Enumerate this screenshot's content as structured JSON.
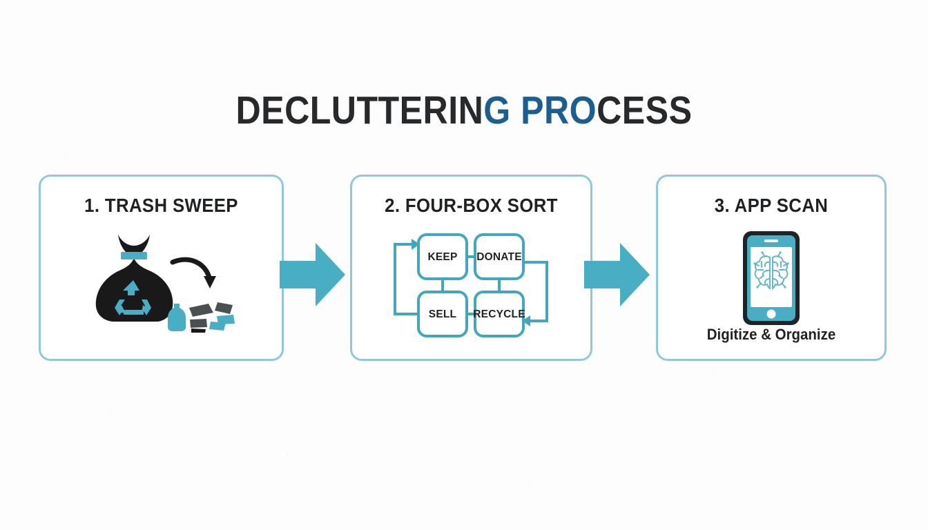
{
  "page": {
    "background_color": "#fdfdfe",
    "title_segments": [
      {
        "text": "DECLUTTERIN",
        "color": "#27292b"
      },
      {
        "text": "G ",
        "color": "#1a5f91"
      },
      {
        "text": "PRO",
        "color": "#1a5f91"
      },
      {
        "text": "CESS",
        "color": "#27292b"
      }
    ],
    "title_plain": "DECLUTTERING PROCESS"
  },
  "palette": {
    "accent_teal": "#47aec4",
    "card_border": "#8fc8da",
    "title_blue": "#1a5f91",
    "title_dark": "#27292b",
    "ink": "#1f2123",
    "bag_black": "#19191a",
    "debris_gray": "#4a4f52"
  },
  "steps": [
    {
      "id": "step-1",
      "title": "1. TRASH SWEEP",
      "icon": "trash-bag-recycle-icon",
      "caption": ""
    },
    {
      "id": "step-2",
      "title": "2. FOUR-BOX SORT",
      "icon": "four-box-diagram",
      "caption": "",
      "boxes": [
        {
          "key": "keep",
          "label": "KEEP"
        },
        {
          "key": "donate",
          "label": "DONATE"
        },
        {
          "key": "sell",
          "label": "SELL"
        },
        {
          "key": "recycle",
          "label": "RECYCLE"
        }
      ]
    },
    {
      "id": "step-3",
      "title": "3. APP SCAN",
      "icon": "smartphone-brain-icon",
      "caption": "Digitize & Organize"
    }
  ],
  "flow_arrows": [
    {
      "id": "flow-arrow-1",
      "from": "step-1",
      "to": "step-2",
      "direction": "right"
    },
    {
      "id": "flow-arrow-2",
      "from": "step-2",
      "to": "step-3",
      "direction": "right"
    }
  ]
}
